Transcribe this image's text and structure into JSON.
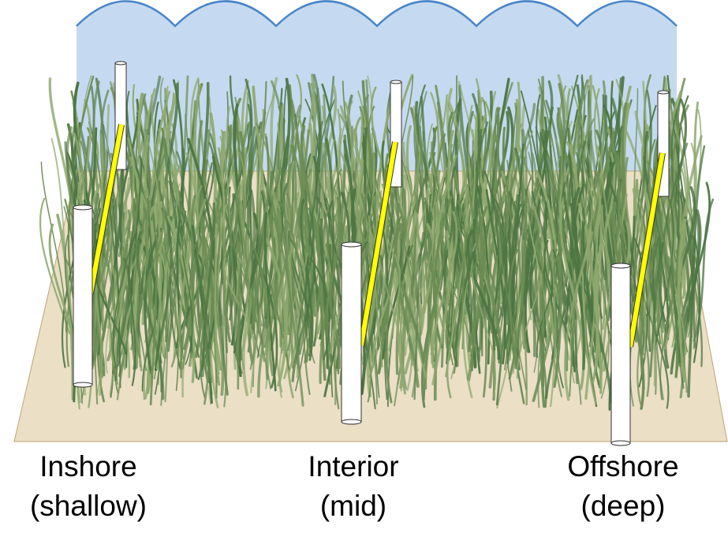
{
  "colors": {
    "water": "#c5daf0",
    "water_edge": "#4a86c8",
    "sand": "#ebdfc6",
    "sand_edge": "#bba678",
    "grass_dark": "#4d7543",
    "grass_mid": "#6c8c55",
    "grass_light": "#8ea86f",
    "pole": "#ffffff",
    "pole_edge": "#333333",
    "sensor_line": "#ffff00"
  },
  "sites": [
    {
      "id": "inshore",
      "line1": "Inshore",
      "line2": "(shallow)"
    },
    {
      "id": "interior",
      "line1": "Interior",
      "line2": "(mid)"
    },
    {
      "id": "offshore",
      "line1": "Offshore",
      "line2": "(deep)"
    }
  ]
}
